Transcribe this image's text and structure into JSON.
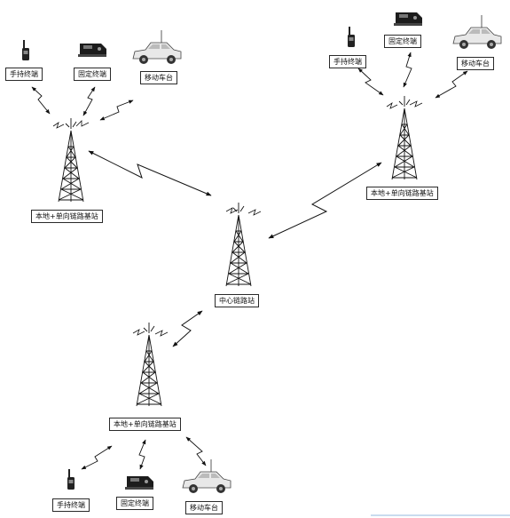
{
  "nodes": {
    "station_left": {
      "label": "本地+单向链路基站"
    },
    "station_right": {
      "label": "本地+单向链路基站"
    },
    "station_bottom": {
      "label": "本地+单向链路基站"
    },
    "center": {
      "label": "中心链路站"
    }
  },
  "terminals": {
    "left": {
      "handheld": "手持终端",
      "fixed": "固定终端",
      "mobile": "移动车台"
    },
    "right": {
      "handheld": "手持终端",
      "fixed": "固定终端",
      "mobile": "移动车台"
    },
    "bottom": {
      "handheld": "手持终端",
      "fixed": "固定终端",
      "mobile": "移动车台"
    }
  },
  "colors": {
    "line": "#111111",
    "label_border": "#2a2a2a",
    "background": "#ffffff"
  }
}
